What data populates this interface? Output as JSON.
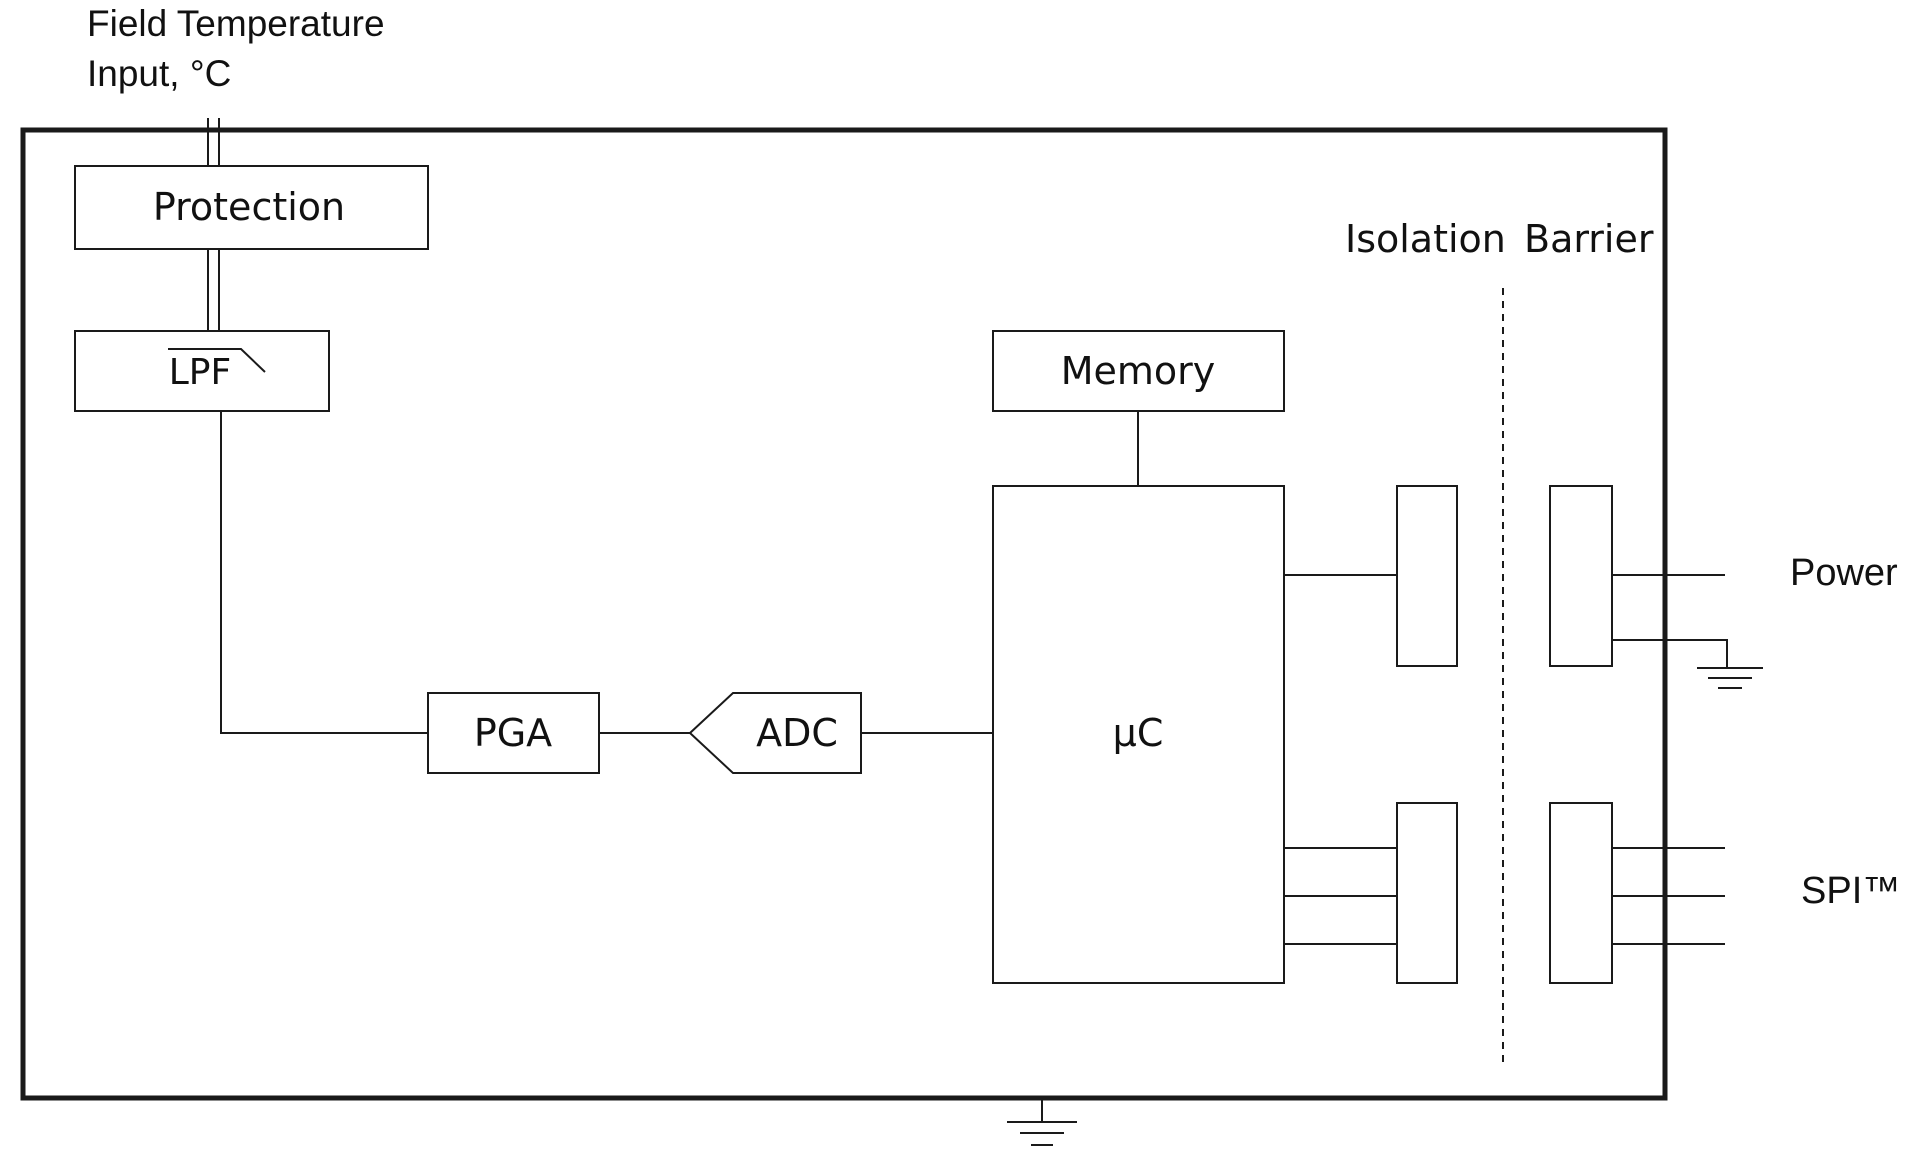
{
  "input_label": {
    "line1": "Field Temperature",
    "line2": "Input, °C"
  },
  "blocks": {
    "protection": "Protection",
    "lpf": "LPF",
    "pga": "PGA",
    "adc": "ADC",
    "memory": "Memory",
    "microcontroller": "µC"
  },
  "isolation_barrier": {
    "word1": "Isolation",
    "word2": "Barrier"
  },
  "outputs": {
    "power": "Power",
    "spi": "SPI™"
  },
  "colors": {
    "line": "#1a1a1a",
    "background": "#ffffff"
  }
}
